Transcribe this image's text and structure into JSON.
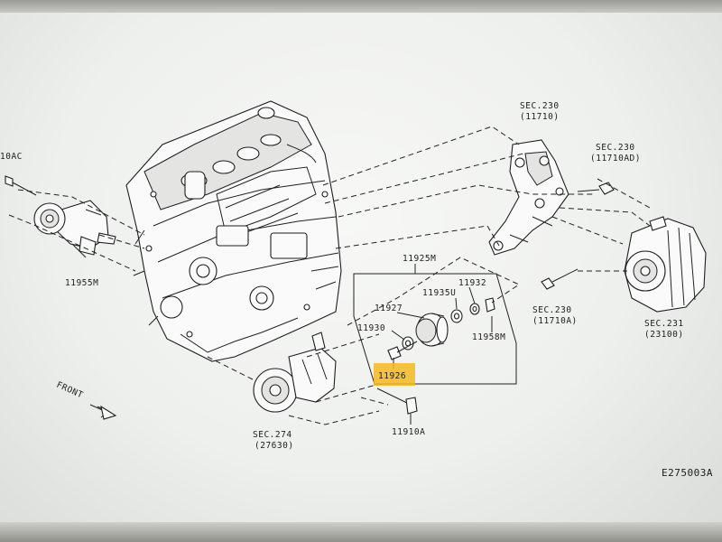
{
  "diagram": {
    "labels": {
      "sec_230_a": "SEC.230",
      "sec_230_a_sub": "(11710)",
      "sec_230_b": "SEC.230",
      "sec_230_b_sub": "(11710AD)",
      "sec_230_c": "SEC.230",
      "sec_230_c_sub": "(11710A)",
      "sec_231": "SEC.231",
      "sec_231_sub": "(23100)",
      "sec_274": "SEC.274",
      "sec_274_sub": "(27630)",
      "part_10ac": "10AC",
      "part_11955m": "11955M",
      "part_11925m": "11925M",
      "part_11932": "11932",
      "part_11935u": "11935U",
      "part_11927": "11927",
      "part_11930": "11930",
      "part_11958m": "11958M",
      "part_11926": "11926",
      "part_11910a": "11910A",
      "front": "FRONT",
      "figure_code": "E275003A"
    },
    "highlight_color": "#f5b820"
  }
}
